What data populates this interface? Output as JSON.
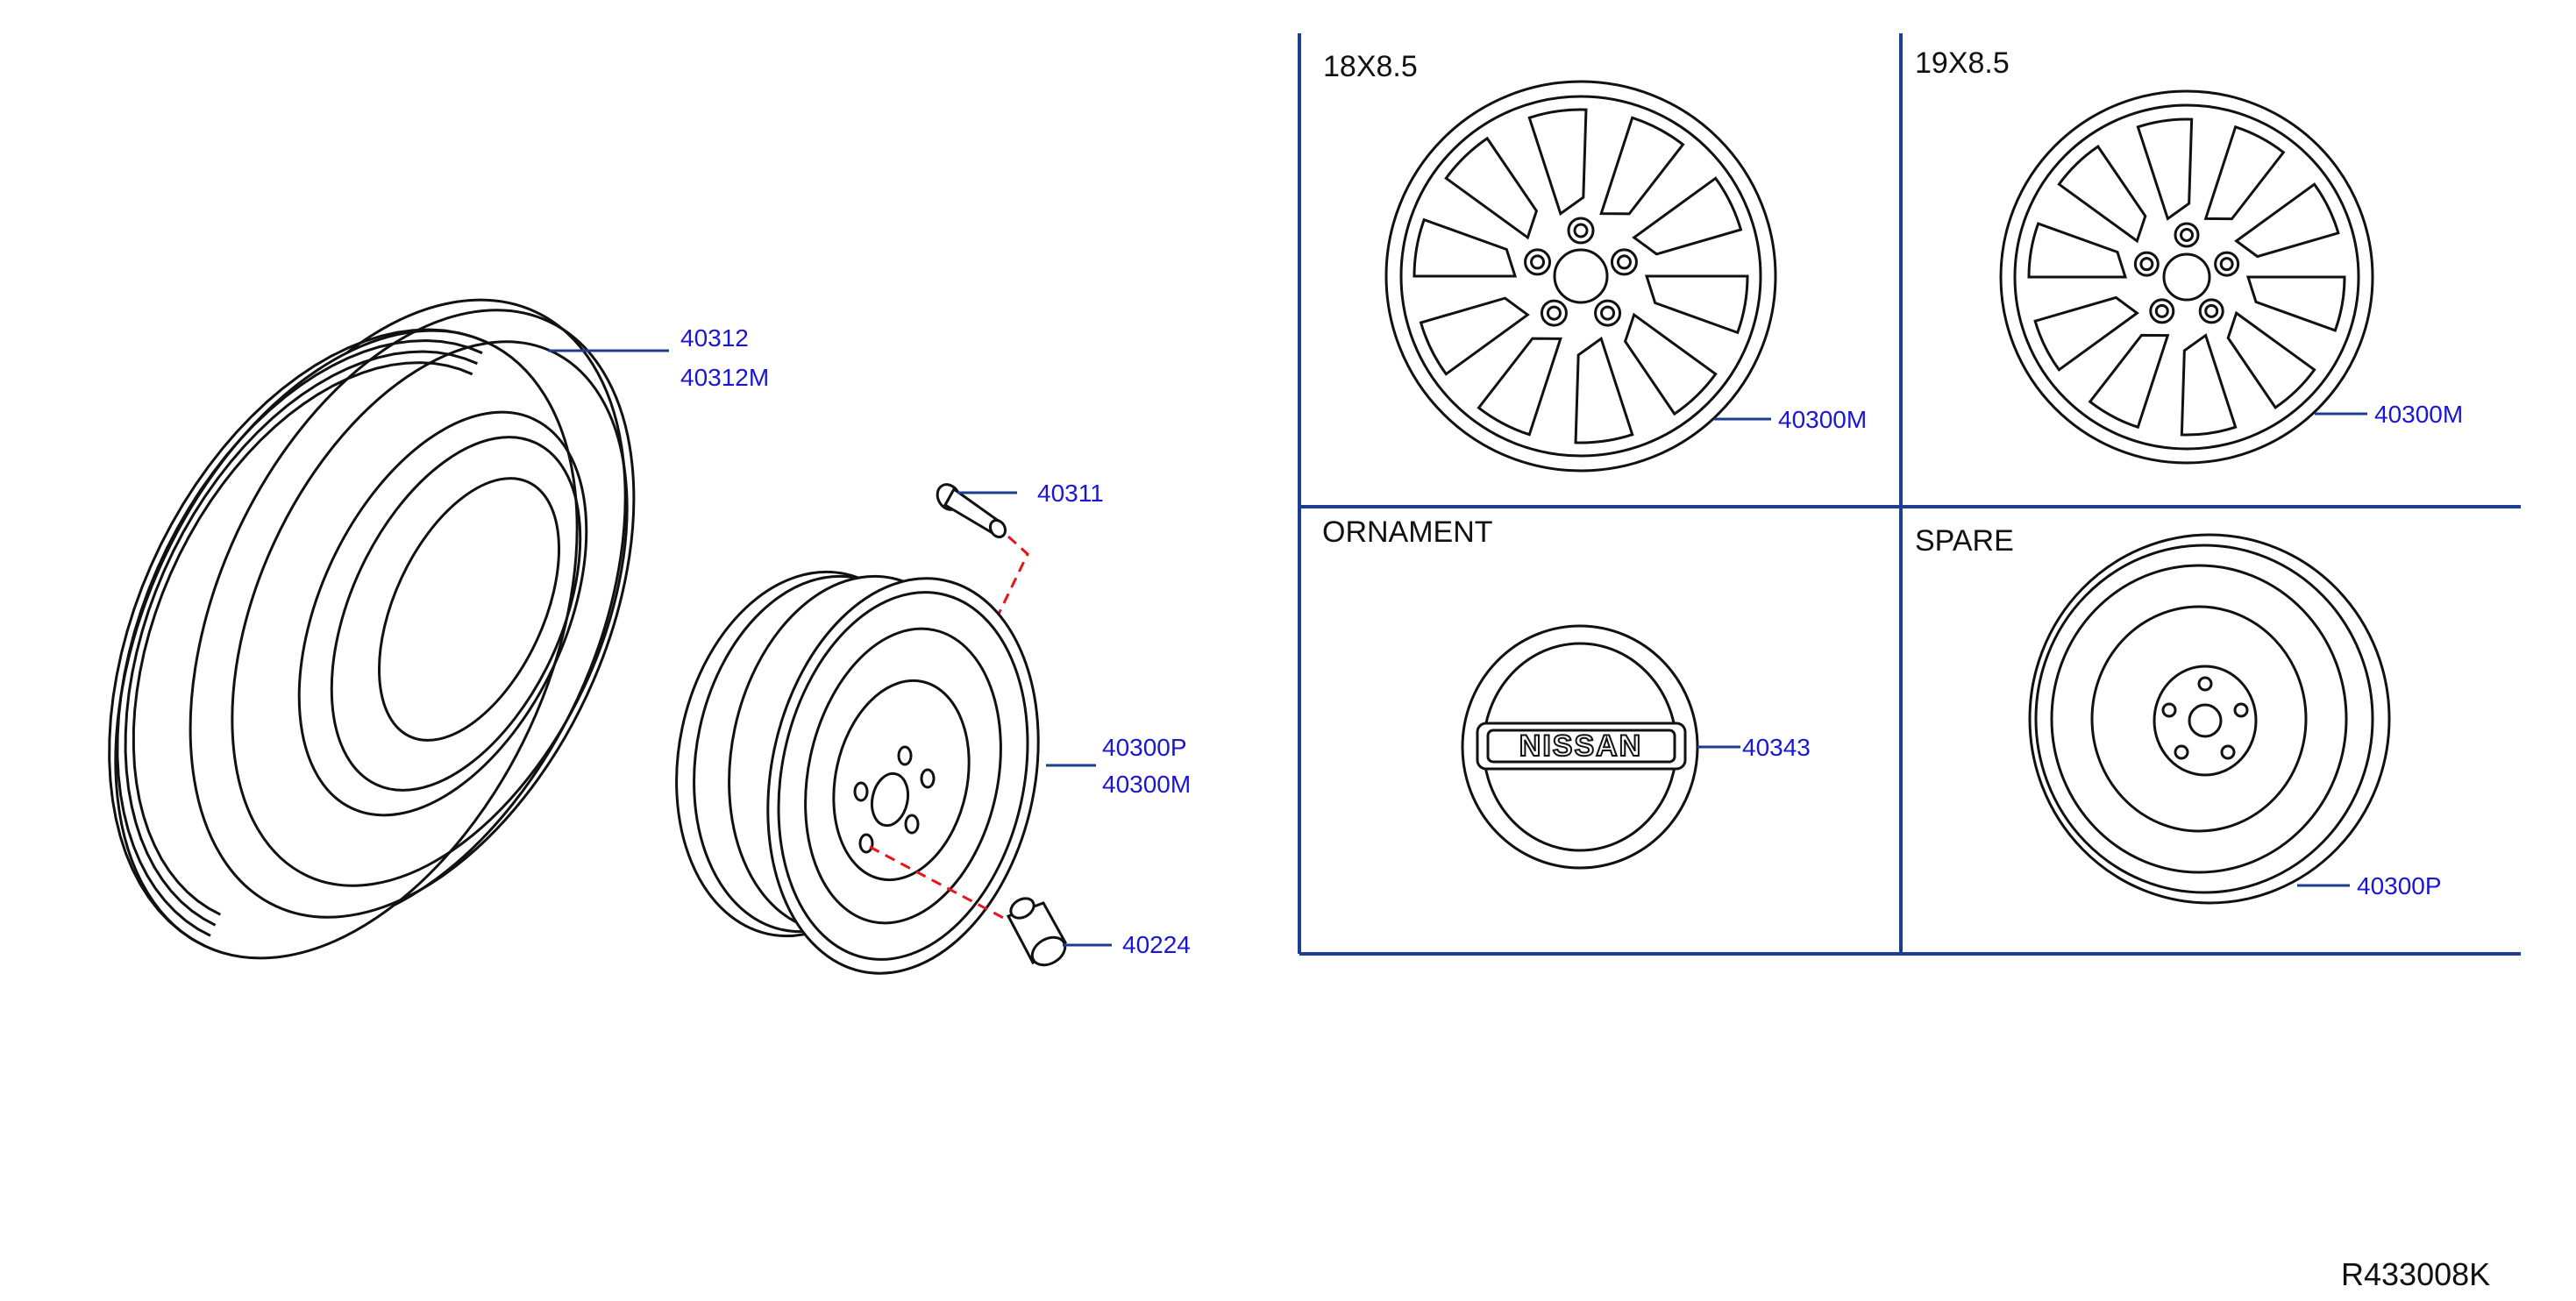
{
  "panels": {
    "top_left_title": "18X8.5",
    "top_right_title": "19X8.5",
    "bottom_left_title": "ORNAMENT",
    "bottom_right_title": "SPARE"
  },
  "callouts": {
    "tire": [
      "40312",
      "40312M"
    ],
    "valve": "40311",
    "steel_wheel": [
      "40300P",
      "40300M"
    ],
    "lug_nut": "40224",
    "alloy_18": "40300M",
    "alloy_19": "40300M",
    "ornament": "40343",
    "spare": "40300P"
  },
  "ornament_logo_text": "NISSAN",
  "reference_code": "R433008K",
  "colors": {
    "part_number": "#1a16d6",
    "leader_line": "#1d3d8f",
    "dashed_assembly_line": "#e8141c",
    "drawing": "#111111"
  }
}
